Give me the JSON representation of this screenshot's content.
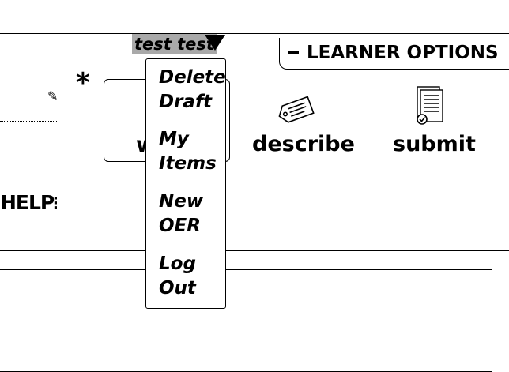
{
  "user": {
    "name": "test test"
  },
  "learner_options": {
    "label": "LEARNER OPTIONS"
  },
  "steps": {
    "boxed_partial_label": "w",
    "describe": "describe",
    "submit": "submit"
  },
  "help": {
    "label": "HELP"
  },
  "user_menu": {
    "items": [
      {
        "line1": "Delete",
        "line2": "Draft"
      },
      {
        "line1": "My",
        "line2": "Items"
      },
      {
        "line1": "New",
        "line2": "OER"
      },
      {
        "line1": "Log",
        "line2": "Out"
      }
    ]
  },
  "icons": {
    "describe": "tag-icon",
    "submit": "document-check-icon",
    "edit": "pencil-icon",
    "required": "asterisk-icon",
    "user_menu_toggle": "triangle-down-icon",
    "help_menu": "kebab-icon"
  }
}
